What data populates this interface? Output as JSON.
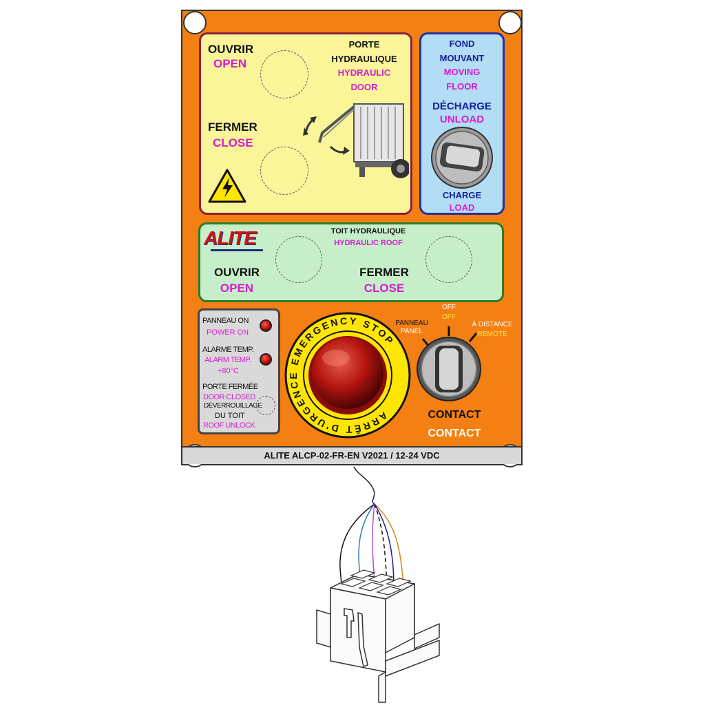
{
  "door": {
    "open_fr": "OUVRIR",
    "open_en": "OPEN",
    "close_fr": "FERMER",
    "close_en": "CLOSE",
    "title_fr_1": "PORTE",
    "title_fr_2": "HYDRAULIQUE",
    "title_en_1": "HYDRAULIC",
    "title_en_2": "DOOR"
  },
  "floor": {
    "title_fr_1": "FOND",
    "title_fr_2": "MOUVANT",
    "title_en_1": "MOVING",
    "title_en_2": "FLOOR",
    "unload_fr": "DÉCHARGE",
    "unload_en": "UNLOAD",
    "load_fr": "CHARGE",
    "load_en": "LOAD"
  },
  "roof": {
    "logo": "ALITE",
    "title_fr": "TOIT HYDRAULIQUE",
    "title_en": "HYDRAULIC ROOF",
    "open_fr": "OUVRIR",
    "open_en": "OPEN",
    "close_fr": "FERMER",
    "close_en": "CLOSE"
  },
  "status": {
    "power_fr": "PANNEAU ON",
    "power_en": "POWER ON",
    "alarm_fr": "ALARME TEMP.",
    "alarm_en": "ALARM TEMP.",
    "alarm_value": "+80°C",
    "door_fr": "PORTE FERMÉE",
    "door_en": "DOOR CLOSED",
    "roof_fr_1": "DÉVERROUILLAGE",
    "roof_fr_2": "DU TOIT",
    "roof_en": "ROOF UNLOCK"
  },
  "emergency": {
    "ring_text": "ARRÊT D'URGENCE  EMERGENCY STOP"
  },
  "selector": {
    "off_fr": "OFF",
    "off_en": "OFF",
    "panel_fr": "PANNEAU",
    "panel_en": "PANEL",
    "remote_fr": "À DISTANCE",
    "remote_en": "REMOTE",
    "contact_fr": "CONTACT",
    "contact_en": "CONTACT"
  },
  "footer": {
    "label": "ALITE ALCP-02-FR-EN V2021 / 12-24 VDC"
  },
  "colors": {
    "panel": "#f47f12",
    "door_section": "#fbf59a",
    "floor_section": "#b3dcf5",
    "roof_section": "#c6efc9",
    "accent_pink": "#d61bd0",
    "accent_blue": "#15209c"
  },
  "icons": [
    "high-voltage-warning-icon",
    "truck-door-icon",
    "rotary-key-switch-icon",
    "emergency-stop-button-icon",
    "connector-icon"
  ]
}
